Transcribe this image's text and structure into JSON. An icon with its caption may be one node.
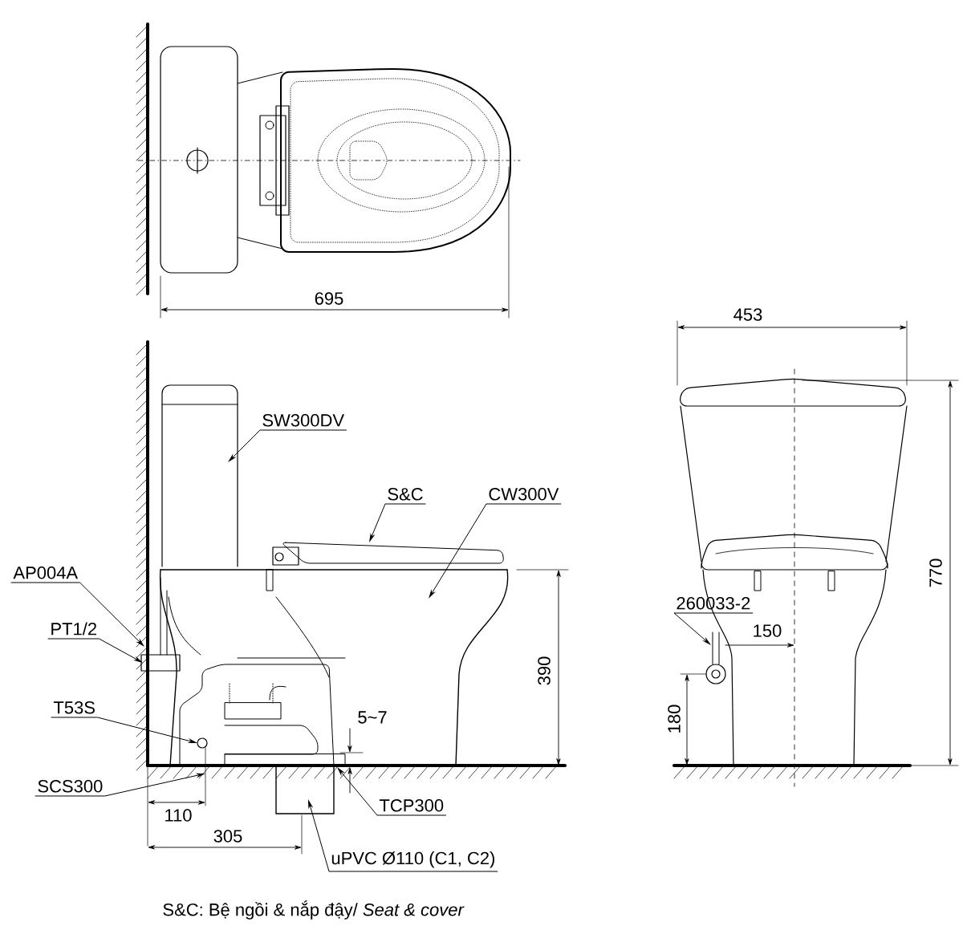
{
  "diagram": {
    "caption": "S&C: Bệ ngồi & nắp đậy/ *Seat & cover*",
    "nodes": [
      {
        "text": [
          "SW300DV"
        ]
      },
      {
        "text": [
          "S&C"
        ]
      },
      {
        "text": [
          "CW300V"
        ]
      },
      {
        "text": [
          "AP004A"
        ]
      },
      {
        "text": [
          "PT1/2"
        ]
      },
      {
        "text": [
          "260033-2"
        ]
      },
      {
        "text": [
          "T53S"
        ]
      },
      {
        "text": [
          "SCS300"
        ]
      },
      {
        "text": [
          "TCP300"
        ]
      },
      {
        "text": [
          "uPVC Ø110 (C1, C2)"
        ]
      }
    ],
    "edges": [
      {
        "from": 0,
        "to": null,
        "arrow": "to"
      },
      {
        "from": 1,
        "to": null,
        "arrow": "to"
      },
      {
        "from": 2,
        "to": null,
        "arrow": "to"
      },
      {
        "from": 3,
        "to": null,
        "arrow": "to"
      },
      {
        "from": 4,
        "to": null,
        "arrow": "to"
      },
      {
        "from": 5,
        "to": null,
        "arrow": "to"
      },
      {
        "from": 6,
        "to": null,
        "arrow": "to"
      },
      {
        "from": 7,
        "to": null,
        "arrow": "to"
      },
      {
        "from": 8,
        "to": null,
        "arrow": "to"
      },
      {
        "from": 9,
        "to": null,
        "arrow": "to"
      }
    ],
    "labels": [
      "695",
      "453",
      "770",
      "390",
      "150",
      "180",
      "5~7",
      "110",
      "305"
    ]
  }
}
